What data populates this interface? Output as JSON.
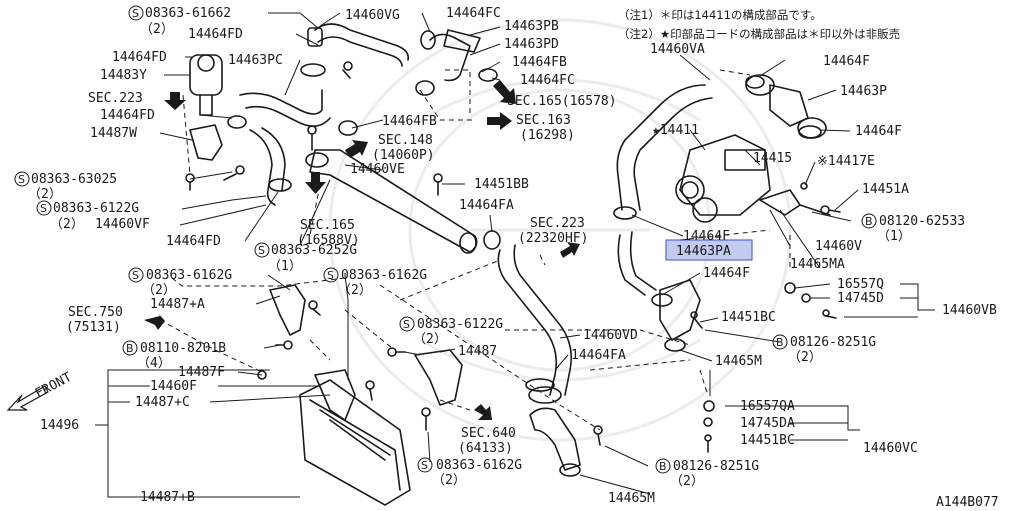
{
  "notes": {
    "note1": "（注1）＊印は14411の構成部品です。",
    "note2": "（注2）★印部品コードの構成部品は＊印以外は非販売"
  },
  "diagram_id": "A144B077",
  "highlight_color": "#b9c3ee",
  "labels": {
    "p14460VG": "14460VG",
    "p14464FC_a": "14464FC",
    "p14463PB": "14463PB",
    "p14463PD": "14463PD",
    "p14464FB_a": "14464FB",
    "p14464FC_b": "14464FC",
    "s0836361662": "08363-61662",
    "s0836361662_q": "（2）",
    "p14464FD_a": "14464FD",
    "p14464FD_b": "14464FD",
    "p14483Y": "14483Y",
    "sec223_a": "SEC.223",
    "p14463PC": "14463PC",
    "p14464FD_c": "14464FD",
    "p14487W": "14487W",
    "p14464FB_b": "14464FB",
    "sec148": "SEC.148",
    "sec148_sub": "(14060P)",
    "sec165_a": "SEC.165(16578)",
    "sec163": "SEC.163",
    "sec163_sub": "(16298)",
    "s0836363025": "08363-63025",
    "s0836363025_q": "（2）",
    "p14460VE": "14460VE",
    "p14451BB": "14451BB",
    "s083636122G_a": "08363-6122G",
    "s083636122G_a_q": "（2）",
    "p14460VF": "14460VF",
    "p14464FA_a": "14464FA",
    "sec165_b": "SEC.165",
    "sec165_b_sub": "(16588V)",
    "p14464FD_d": "14464FD",
    "s083636252G": "08363-6252G",
    "s083636252G_q": "（1）",
    "sec223_b": "SEC.223",
    "sec223_b_sub": "(22320HF)",
    "p14460VA": "14460VA",
    "p14464F_a": "14464F",
    "p14463P": "14463P",
    "p14464F_b": "14464F",
    "p14411": "★14411",
    "p14415": "14415",
    "p14417E": "※14417E",
    "p14451A": "14451A",
    "b0812062533": "08120-62533",
    "b0812062533_q": "（1）",
    "p14464F_c": "14464F",
    "p14463PA": "14463PA",
    "p14460V": "14460V",
    "p14465MA": "14465MA",
    "p14464F_d": "14464F",
    "p16557Q": "16557Q",
    "p14745D": "14745D",
    "p14460VB": "14460VB",
    "p14451BC_a": "14451BC",
    "b081268251G_a": "08126-8251G",
    "b081268251G_a_q": "（2）",
    "s083636162G_a": "08363-6162G",
    "s083636162G_a_q": "（2）",
    "s083636162G_b": "08363-6162G",
    "s083636162G_b_q": "（2）",
    "p14487A": "14487+A",
    "sec750": "SEC.750",
    "sec750_sub": "(75131)",
    "s083636122G_b": "08363-6122G",
    "s083636122G_b_q": "（2）",
    "p14460VD": "14460VD",
    "b081108201B": "08110-8201B",
    "b081108201B_q": "（4）",
    "p14487": "14487",
    "p14464FA_b": "14464FA",
    "p14465M_a": "14465M",
    "front": "FRONT",
    "p14487F": "14487F",
    "p14460F": "14460F",
    "p14487C": "14487+C",
    "p14496": "14496",
    "p16557QA": "16557QA",
    "p14745DA": "14745DA",
    "p14451BC_b": "14451BC",
    "p14460VC": "14460VC",
    "sec640": "SEC.640",
    "sec640_sub": "(64133)",
    "s083636162G_c": "08363-6162G",
    "s083636162G_c_q": "（2）",
    "b081268251G_b": "08126-8251G",
    "b081268251G_b_q": "（2）",
    "p14487B": "14487+B",
    "p14465M_b": "14465M",
    "circle_s": "S",
    "circle_b": "B"
  }
}
